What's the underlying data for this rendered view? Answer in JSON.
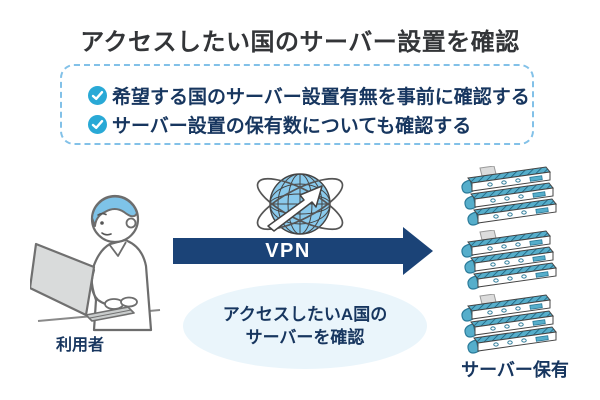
{
  "title": "アクセスしたい国のサーバー設置を確認",
  "checklist": {
    "items": [
      "希望する国のサーバー設置有無を事前に確認する",
      "サーバー設置の保有数についても確認する"
    ]
  },
  "diagram": {
    "user_label": "利用者",
    "vpn_label": "VPN",
    "callout_line1": "アクセスしたいA国の",
    "callout_line2": "サーバーを確認",
    "server_label": "サーバー保有"
  },
  "icons": {
    "check": "check-circle",
    "globe": "globe-network-orbit",
    "user": "person-typing-on-laptop",
    "servers": "isometric-server-rack",
    "arrow": "right-arrow"
  },
  "colors": {
    "title_text": "#333538",
    "navy_text": "#17365f",
    "arrow_navy": "#1b4377",
    "check_cyan": "#29a9d6",
    "dashed_border": "#82c1e8",
    "globe_blue": "#8acaec",
    "callout_bg": "#eaf5fb",
    "server_teal": "#56aecb"
  }
}
